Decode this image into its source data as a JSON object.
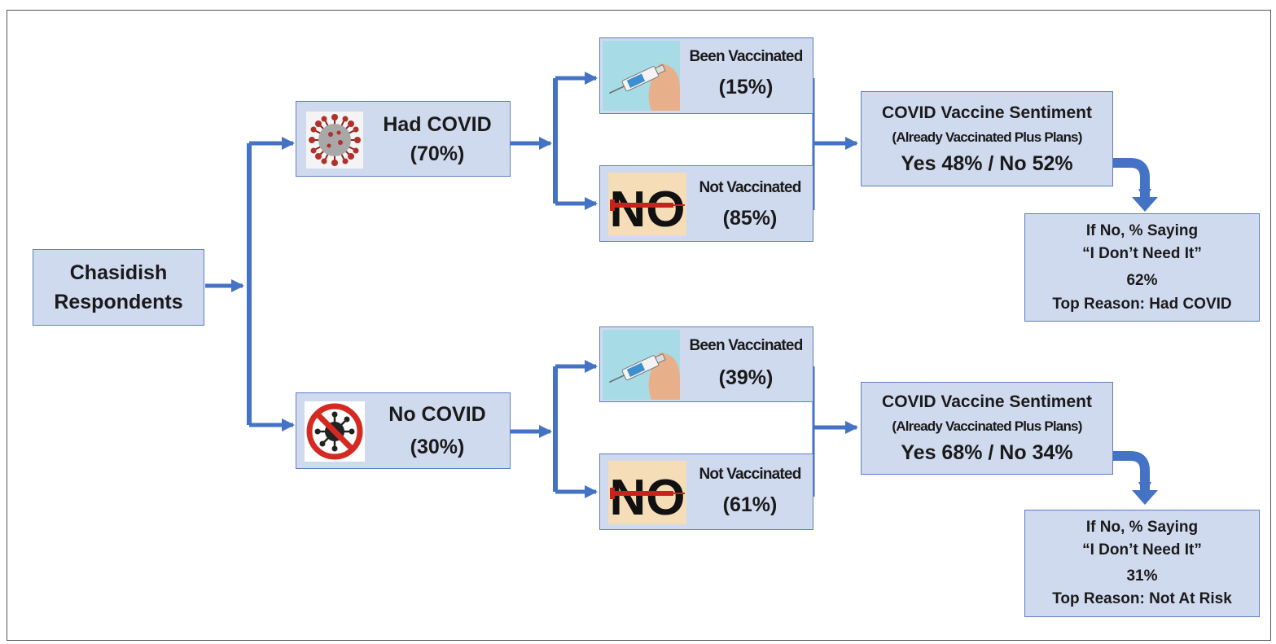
{
  "root": {
    "line1": "Chasidish",
    "line2": "Respondents"
  },
  "had_covid": {
    "title": "Had COVID",
    "percent": "(70%)",
    "icon": "coronavirus-icon",
    "vaccinated": {
      "label": "Been Vaccinated",
      "percent": "(15%)",
      "icon": "syringe-icon"
    },
    "not_vaccinated": {
      "label": "Not Vaccinated",
      "percent": "(85%)",
      "icon": "no-vaccine-icon",
      "icon_text": "NO"
    },
    "sentiment": {
      "title": "COVID Vaccine Sentiment",
      "subtitle": "(Already Vaccinated Plus Plans)",
      "result": "Yes 48% / No 52%"
    },
    "reason": {
      "line1": "If No, % Saying",
      "line2": "“I Don’t Need It”",
      "percent": "62%",
      "top_reason": "Top Reason: Had COVID"
    }
  },
  "no_covid": {
    "title": "No COVID",
    "percent": "(30%)",
    "icon": "no-virus-icon",
    "vaccinated": {
      "label": "Been Vaccinated",
      "percent": "(39%)",
      "icon": "syringe-icon"
    },
    "not_vaccinated": {
      "label": "Not Vaccinated",
      "percent": "(61%)",
      "icon": "no-vaccine-icon",
      "icon_text": "NO"
    },
    "sentiment": {
      "title": "COVID Vaccine Sentiment",
      "subtitle": "(Already Vaccinated Plus Plans)",
      "result": "Yes 68% / No 34%"
    },
    "reason": {
      "line1": "If No, % Saying",
      "line2": "“I Don’t Need It”",
      "percent": "31%",
      "top_reason": "Top Reason: Not At Risk"
    }
  },
  "colors": {
    "box_fill": "#d0daef",
    "box_border": "#5b7fc4",
    "connector": "#4472c4",
    "virus_red": "#b0302a",
    "no_sign_red": "#d42a22"
  }
}
